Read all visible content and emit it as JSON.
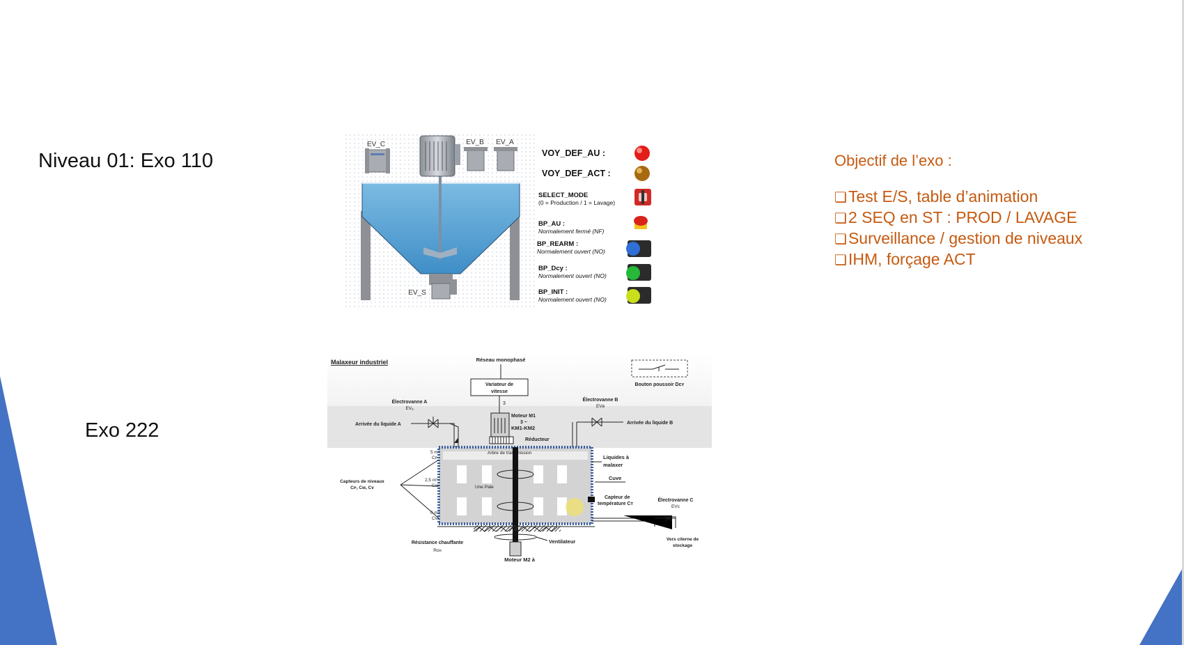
{
  "titles": {
    "level1": "Niveau 01: Exo 110",
    "exo222": "Exo 222"
  },
  "objectives": {
    "heading": "Objectif de l’exo :",
    "items": [
      "Test E/S, table d’animation",
      "2 SEQ en ST : PROD / LAVAGE",
      "Surveillance / gestion de niveaux",
      "IHM, forçage ACT"
    ]
  },
  "colors": {
    "objective_text": "#c55a11",
    "corner_triangles": "#4472c4",
    "tank_liquid": "#5aa3d6"
  },
  "diagram1": {
    "valves": {
      "c": "EV_C",
      "b": "EV_B",
      "a": "EV_A",
      "s": "EV_S"
    },
    "signals": [
      {
        "name": "VOY_DEF_AU :",
        "desc": "",
        "icon": "red-lamp-icon"
      },
      {
        "name": "VOY_DEF_ACT :",
        "desc": "",
        "icon": "amber-lamp-icon"
      },
      {
        "name": "SELECT_MODE",
        "desc": "(0 = Production / 1 = Lavage)",
        "icon": "selector-switch-icon"
      },
      {
        "name": "BP_AU :",
        "desc": "Normalement fermé (NF)",
        "icon": "emergency-stop-icon"
      },
      {
        "name": "BP_REARM :",
        "desc": "Normalement ouvert (NO)",
        "icon": "blue-pushbutton-icon"
      },
      {
        "name": "BP_Dcy :",
        "desc": "Normalement ouvert (NO)",
        "icon": "green-pushbutton-icon"
      },
      {
        "name": "BP_INIT :",
        "desc": "Normalement ouvert (NO)",
        "icon": "yellow-pushbutton-icon"
      }
    ]
  },
  "diagram2": {
    "title": "Malaxeur industriel",
    "network": "Réseau monophasé",
    "variator": [
      "Variateur de",
      "vitesse"
    ],
    "phase": "3",
    "motor1": [
      "Moteur M1",
      "3 ~",
      "KM1-KM2"
    ],
    "reducer": "Réducteur",
    "valve_a": [
      "Électrovanne A",
      "EVₐ"
    ],
    "valve_b": [
      "Électrovanne B",
      "EVʙ"
    ],
    "valve_c": [
      "Électrovanne C",
      "EVᴄ"
    ],
    "liquid_a": "Arrivée du liquide A",
    "liquid_b": "Arrivée du liquide B",
    "shaft": "Arbre de transmission",
    "paddle": "Une Pale",
    "level_5": [
      "5 m³",
      "Cᴘ"
    ],
    "level_25": [
      "2,5 m³",
      "Cᴍ"
    ],
    "level_0": [
      "0 m³",
      "Cᴠ"
    ],
    "sensors": [
      "Capteurs de niveaux",
      "Cᴘ, Cᴍ, Cᴠ"
    ],
    "liquids": [
      "Liquides à",
      "malaxer"
    ],
    "tank": "Cuve",
    "temp": [
      "Capteur de",
      "température Cᴛ"
    ],
    "storage": [
      "Vers citerne de",
      "stockage"
    ],
    "heater": [
      "Résistance chauffante",
      "Rᴄʜ"
    ],
    "fan": "Ventilateur",
    "motor2": "Moteur M2 à",
    "button": "Bouton poussoir Dᴄʏ"
  }
}
